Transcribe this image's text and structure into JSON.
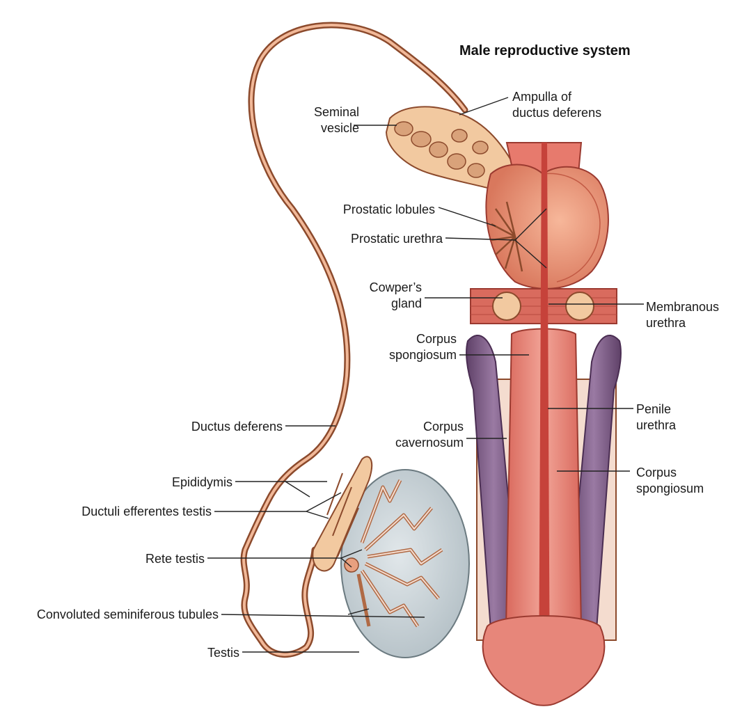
{
  "diagram": {
    "title": "Male reproductive system",
    "labels": {
      "ampulla": "Ampulla of\nductus deferens",
      "seminal_vesicle": "Seminal\nvesicle",
      "prostatic_lobules": "Prostatic lobules",
      "prostatic_urethra": "Prostatic urethra",
      "cowpers_gland": "Cowper’s\ngland",
      "membranous_urethra": "Membranous\nurethra",
      "corpus_spongiosum_upper": "Corpus\nspongiosum",
      "ductus_deferens": "Ductus deferens",
      "corpus_cavernosum": "Corpus\ncavernosum",
      "penile_urethra": "Penile\nurethra",
      "corpus_spongiosum_lower": "Corpus\nspongiosum",
      "epididymis": "Epididymis",
      "ductuli_efferentes": "Ductuli efferentes testis",
      "rete_testis": "Rete testis",
      "seminiferous_tubules": "Convoluted seminiferous tubules",
      "testis": "Testis"
    },
    "colors": {
      "duct": "#e8a07f",
      "duct_edge": "#8c4a2c",
      "urethra": "#d8534a",
      "spongiosum": "#e7867a",
      "cavernosum": "#7d5a85",
      "testis_fill": "#c9d3d8",
      "gland": "#f2c9a0",
      "label_line": "#222222"
    }
  }
}
